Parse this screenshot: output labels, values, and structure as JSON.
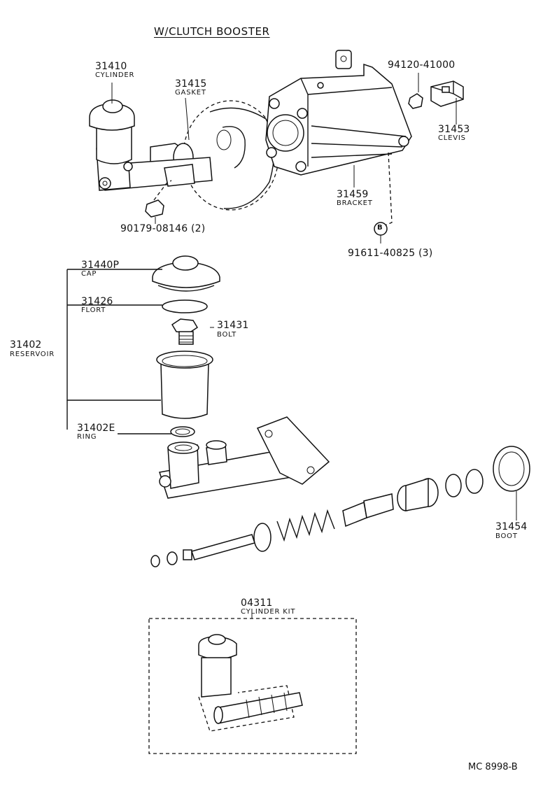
{
  "diagram": {
    "header": "W/CLUTCH  BOOSTER",
    "reference": "MC  8998-B",
    "parts": {
      "cylinder": {
        "number": "31410",
        "name": "CYLINDER"
      },
      "gasket": {
        "number": "31415",
        "name": "GASKET"
      },
      "nut_top": {
        "number": "94120-41000"
      },
      "clevis": {
        "number": "31453",
        "name": "CLEVIS"
      },
      "bracket": {
        "number": "31459",
        "name": "BRACKET"
      },
      "nut_lower": {
        "number": "90179-08146 (2)"
      },
      "bolt_b": {
        "number": "91611-40825 (3)",
        "marker": "B"
      },
      "cap": {
        "number": "31440P",
        "name": "CAP"
      },
      "float": {
        "number": "31426",
        "name": "FLORT"
      },
      "bolt": {
        "number": "31431",
        "name": "BOLT"
      },
      "reservoir": {
        "number": "31402",
        "name": "RESERVOIR"
      },
      "ring": {
        "number": "31402E",
        "name": "RING"
      },
      "boot": {
        "number": "31454",
        "name": "BOOT"
      },
      "cylinder_kit": {
        "number": "04311",
        "name": "CYLINDER KIT"
      }
    }
  }
}
